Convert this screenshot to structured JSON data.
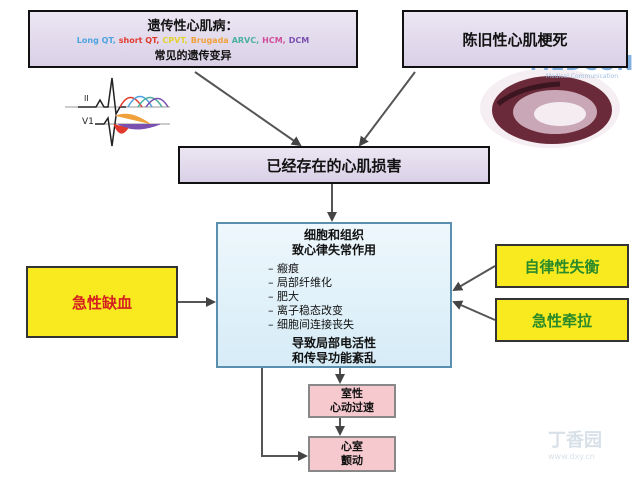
{
  "genetic_box": {
    "title": "遗传性心肌病：",
    "types": [
      {
        "label": "Long QT,",
        "color": "#4da3e0"
      },
      {
        "label": "short QT,",
        "color": "#e03a2f"
      },
      {
        "label": "CPVT,",
        "color": "#e3d230"
      },
      {
        "label": "Brugada",
        "color": "#f0a03a"
      },
      {
        "label": "ARVC,",
        "color": "#4ab0a0"
      },
      {
        "label": "HCM,",
        "color": "#d04f9a"
      },
      {
        "label": "DCM",
        "color": "#7a4fb0"
      }
    ],
    "subtitle": "常见的遗传变异"
  },
  "old_mi_box": {
    "title": "陈旧性心肌梗死"
  },
  "watermark": {
    "logo": "MEDCON",
    "sub": "Medical Communication"
  },
  "ecg_labels": {
    "lead2": "II",
    "lead_v1": "V1"
  },
  "existing_damage_box": {
    "title": "已经存在的心肌损害"
  },
  "acute_ischemia_box": {
    "title": "急性缺血"
  },
  "main_box": {
    "heading_line1": "细胞和组织",
    "heading_line2": "致心律失常作用",
    "bullets": [
      "瘢痕",
      "局部纤维化",
      "肥大",
      "离子稳态改变",
      "细胞间连接丧失"
    ],
    "footer_line1": "导致局部电活性",
    "footer_line2": "和传导功能紊乱"
  },
  "autonomic_box": {
    "title": "自律性失衡"
  },
  "acute_stretch_box": {
    "title": "急性牵拉"
  },
  "vt_box": {
    "line1": "室性",
    "line2": "心动过速"
  },
  "vf_box": {
    "line1": "心室",
    "line2": "颤动"
  },
  "dxy_watermark": {
    "text": "丁香园",
    "url": "www.dxy.cn"
  },
  "colors": {
    "yellow": "#f8ea1f",
    "green_text": "#2a8a2a",
    "red_text": "#d42020",
    "pink": "#f6c9cf"
  }
}
